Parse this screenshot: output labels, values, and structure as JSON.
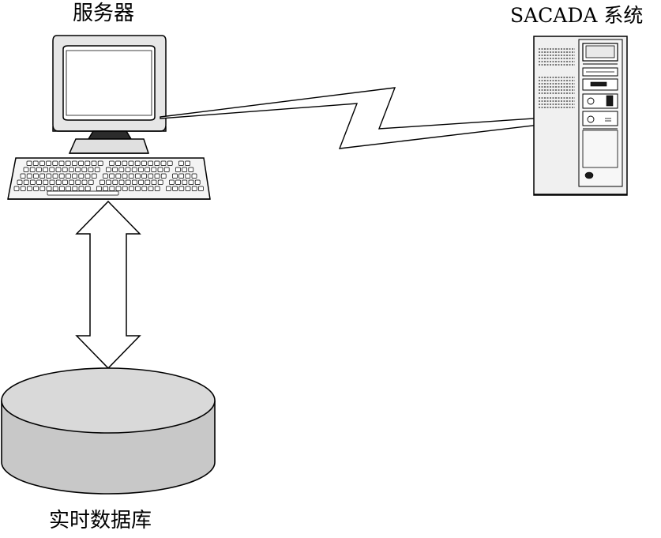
{
  "labels": {
    "server": "服务器",
    "sacada": "SACADA 系统",
    "database": "实时数据库"
  },
  "colors": {
    "background": "#ffffff",
    "stroke": "#000000",
    "monitor_body": "#e6e6e6",
    "monitor_screen": "#ffffff",
    "database_top": "#d9d9d9",
    "database_side": "#c8c8c8",
    "tower_body": "#f0f0f0"
  },
  "icons": [
    "monitor-icon",
    "keyboard-icon",
    "server-tower-icon",
    "database-cylinder-icon",
    "double-arrow-icon",
    "lightning-link-icon"
  ]
}
